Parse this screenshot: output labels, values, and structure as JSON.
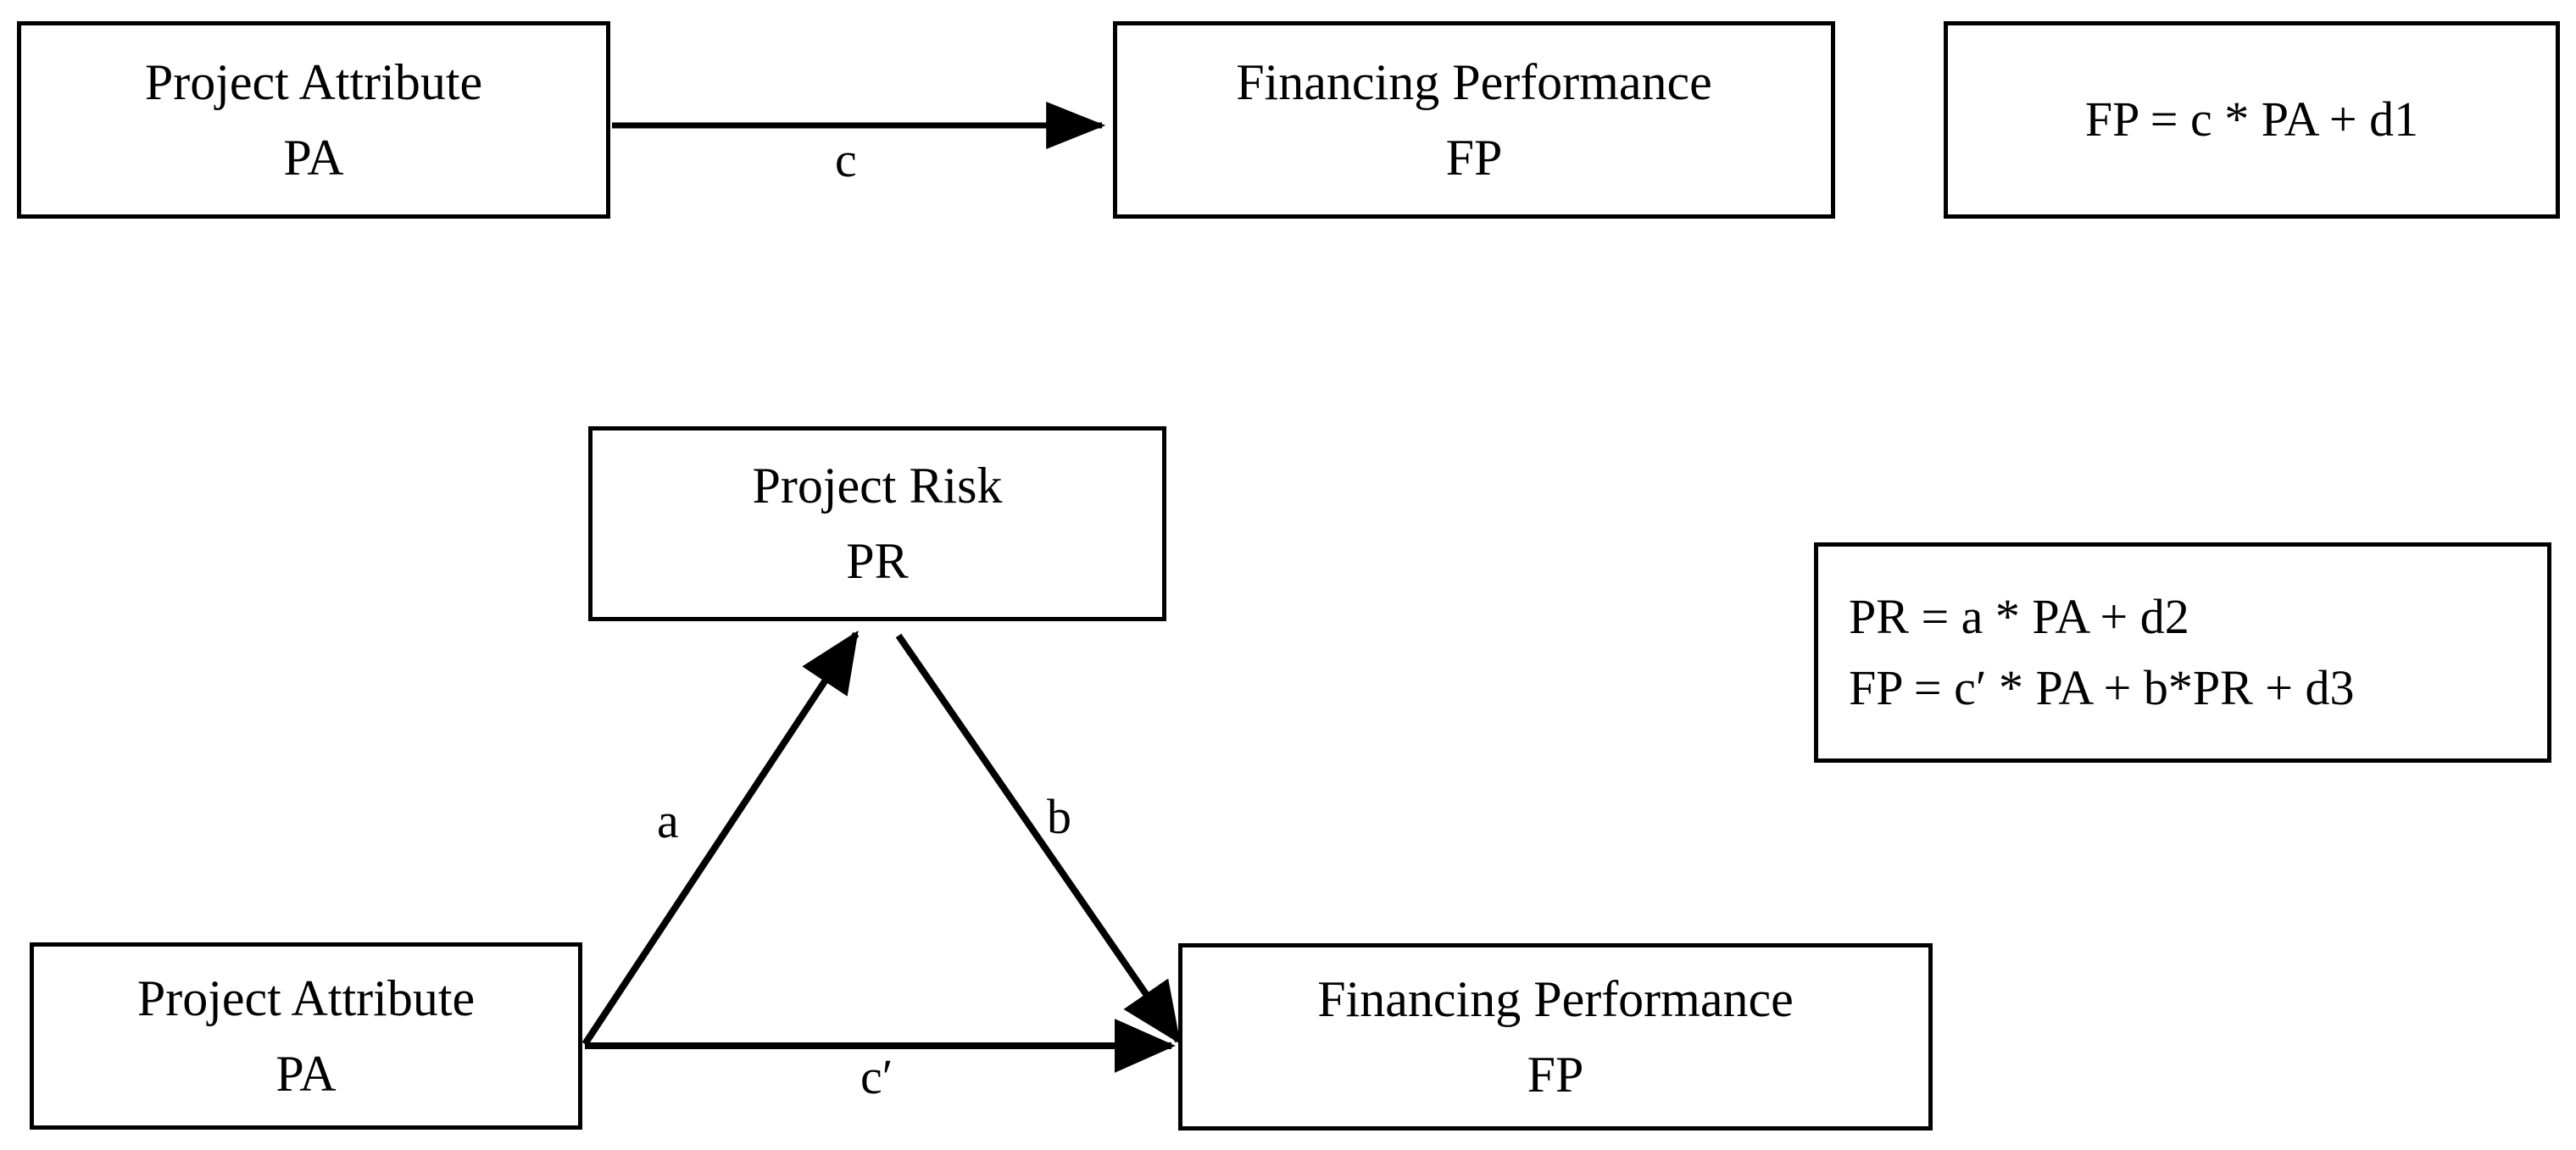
{
  "diagram": {
    "title_text": "",
    "nodes": {
      "pa_top": {
        "title": "Project Attribute",
        "abbr": "PA"
      },
      "fp_top": {
        "title": "Financing Performance",
        "abbr": "FP"
      },
      "pr_mid": {
        "title": "Project Risk",
        "abbr": "PR"
      },
      "pa_bottom": {
        "title": "Project Attribute",
        "abbr": "PA"
      },
      "fp_bottom": {
        "title": "Financing Performance",
        "abbr": "FP"
      }
    },
    "edge_labels": {
      "c": "c",
      "a": "a",
      "b": "b",
      "c_prime": "c′"
    },
    "formulas": {
      "top": [
        "FP = c * PA + d1"
      ],
      "bottom": [
        "PR = a * PA + d2",
        "FP = c′ * PA + b*PR + d3"
      ]
    },
    "colors": {
      "stroke": "#000000",
      "fill": "#ffffff",
      "text": "#000000"
    }
  }
}
